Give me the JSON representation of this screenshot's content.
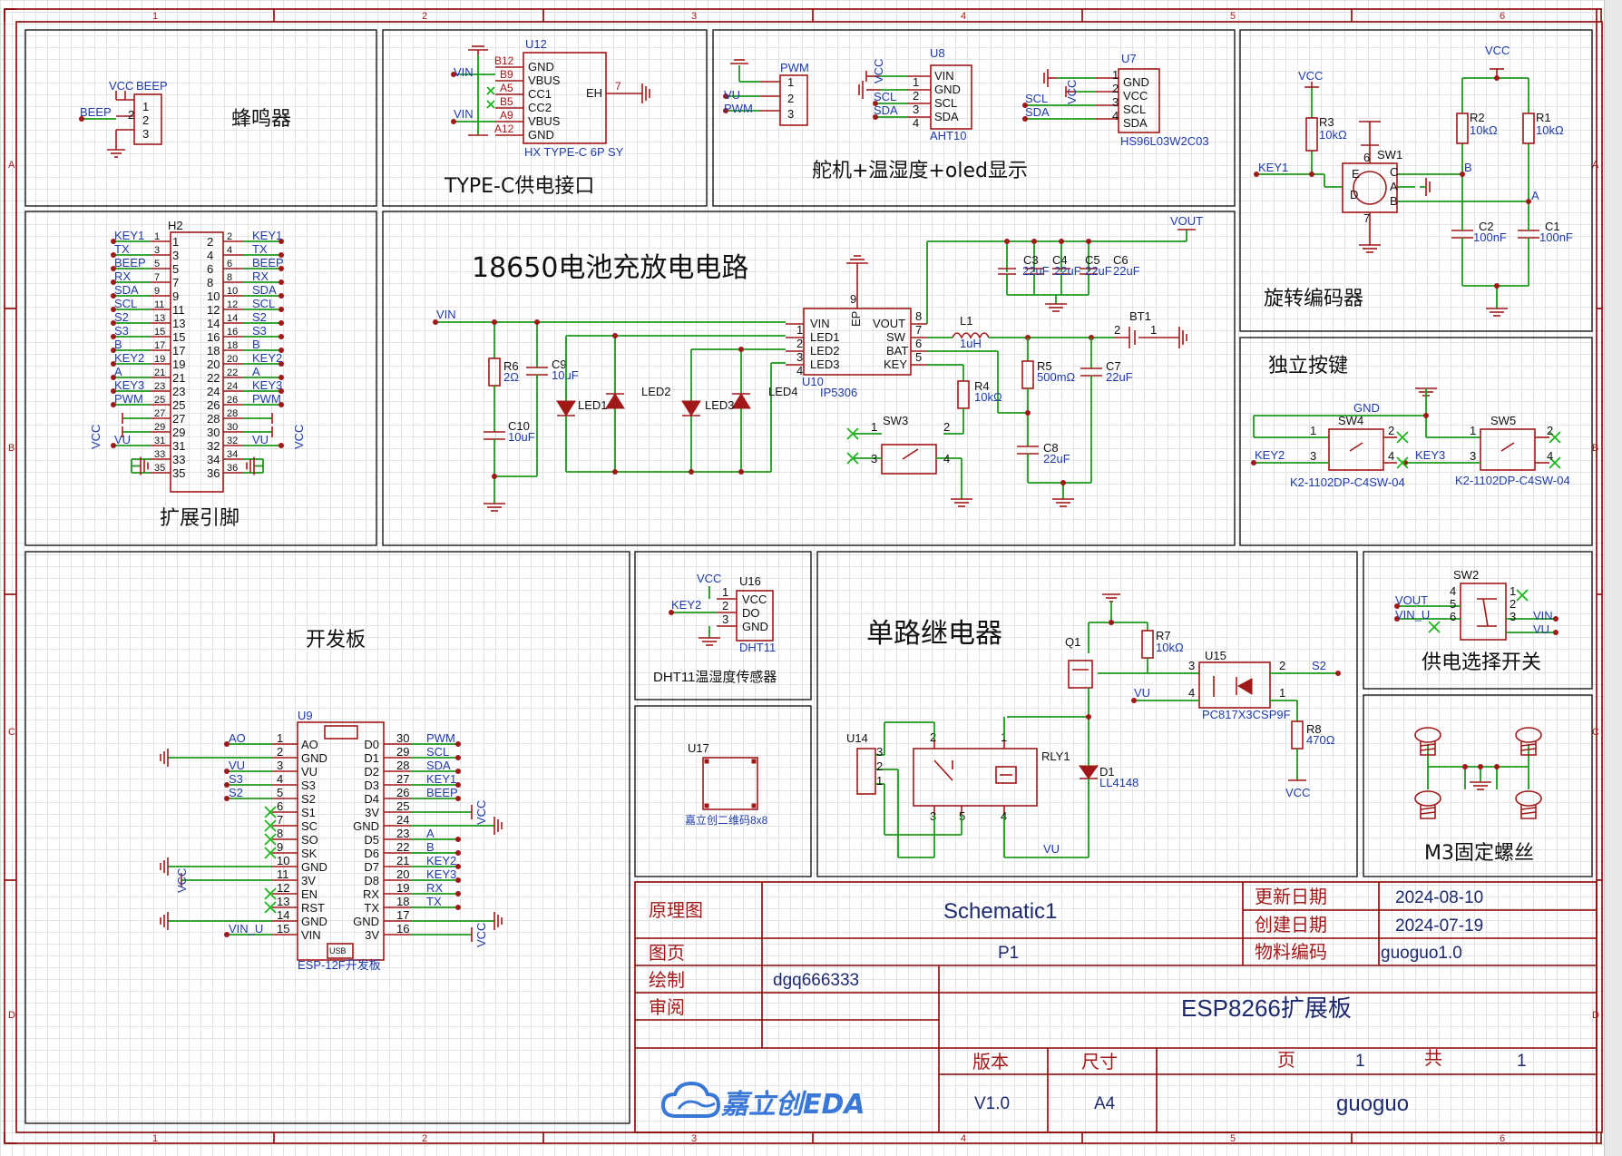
{
  "grid": {
    "cols": [
      "1",
      "2",
      "3",
      "4",
      "5",
      "6"
    ],
    "rows": [
      "A",
      "B",
      "C",
      "D"
    ]
  },
  "sections": {
    "buzzer": "蜂鸣器",
    "typec": "TYPE-C供电接口",
    "servo": "舵机+温湿度+oled显示",
    "encoder": "旋转编码器",
    "battery": "18650电池充放电电路",
    "expand": "扩展引脚",
    "buttons": "独立按键",
    "devboard": "开发板",
    "dht": "DHT11温湿度传感器",
    "relay": "单路继电器",
    "power_switch": "供电选择开关",
    "screws": "M3固定螺丝"
  },
  "buzzer": {
    "net_vcc": "VCC",
    "net_beep": "BEEP",
    "net_beep_left": "BEEP",
    "pins": [
      "1",
      "2",
      "3"
    ]
  },
  "typec": {
    "ref": "U12",
    "part": "HX TYPE-C 6P SY",
    "pin_ids": [
      "B12",
      "B9",
      "A5",
      "B5",
      "A9",
      "A12"
    ],
    "pin_names": [
      "GND",
      "VBUS",
      "CC1",
      "CC2",
      "VBUS",
      "GND"
    ],
    "eh": "EH",
    "eh_pin": "7",
    "net_vin1": "VIN",
    "net_vin2": "VIN"
  },
  "servo": {
    "pwm_ref": "PWM",
    "vu": "VU",
    "pwm": "PWM",
    "pins": [
      "1",
      "2",
      "3"
    ]
  },
  "aht": {
    "ref": "U8",
    "part": "AHT10",
    "pins": [
      "VIN",
      "GND",
      "SCL",
      "SDA"
    ],
    "nums": [
      "1",
      "2",
      "3",
      "4"
    ],
    "vcc": "VCC",
    "scl": "SCL",
    "sda": "SDA"
  },
  "oled": {
    "ref": "U7",
    "part": "HS96L03W2C03",
    "pins": [
      "GND",
      "VCC",
      "SCL",
      "SDA"
    ],
    "nums": [
      "1",
      "2",
      "3",
      "4"
    ],
    "vcc": "VCC",
    "scl": "SCL",
    "sda": "SDA"
  },
  "encoder": {
    "vcc1": "VCC",
    "vcc2": "VCC",
    "r3": "R3",
    "r3v": "10kΩ",
    "r2": "R2",
    "r2v": "10kΩ",
    "r1": "R1",
    "r1v": "10kΩ",
    "key1": "KEY1",
    "sw": "SW1",
    "b": "B",
    "a": "A",
    "c2": "C2",
    "c2v": "100nF",
    "c1": "C1",
    "c1v": "100nF",
    "pin_e": "E",
    "pin_d": "D",
    "pin_6": "6",
    "pin_7": "7",
    "pin_c": "C",
    "pin_a": "A",
    "pin_b": "B"
  },
  "header": {
    "ref": "H2",
    "left_nets": [
      "KEY1",
      "TX",
      "BEEP",
      "RX",
      "SDA",
      "SCL",
      "S2",
      "S3",
      "B",
      "KEY2",
      "A",
      "KEY3",
      "PWM",
      "",
      "",
      "VU",
      "",
      ""
    ],
    "right_nets": [
      "KEY1",
      "TX",
      "BEEP",
      "RX",
      "SDA",
      "SCL",
      "S2",
      "S3",
      "B",
      "KEY2",
      "A",
      "KEY3",
      "PWM",
      "",
      "",
      "VU",
      "",
      ""
    ],
    "odd": [
      "1",
      "3",
      "5",
      "7",
      "9",
      "11",
      "13",
      "15",
      "17",
      "19",
      "21",
      "23",
      "25",
      "27",
      "29",
      "31",
      "33",
      "35"
    ],
    "even": [
      "2",
      "4",
      "6",
      "8",
      "10",
      "12",
      "14",
      "16",
      "18",
      "20",
      "22",
      "24",
      "26",
      "28",
      "30",
      "32",
      "34",
      "36"
    ],
    "vcc": "VCC"
  },
  "charger": {
    "vout": "VOUT",
    "vin": "VIN",
    "ref": "U10",
    "part": "IP5306",
    "pins_left": [
      "VIN",
      "LED1",
      "LED2",
      "LED3"
    ],
    "pins_right": [
      "VOUT",
      "SW",
      "BAT",
      "KEY"
    ],
    "nums_left": [
      "1",
      "2",
      "3",
      "4"
    ],
    "nums_right": [
      "8",
      "7",
      "6",
      "5"
    ],
    "ep": "EP",
    "ep_pin": "9",
    "c3": "C3",
    "c4": "C4",
    "c5": "C5",
    "c6": "C6",
    "c3v": "22uF",
    "c4v": "22uF",
    "c5v": "22uF",
    "c6v": "22uF",
    "l1": "L1",
    "l1v": "1uH",
    "bt1": "BT1",
    "bt_p2": "2",
    "bt_p1": "1",
    "r6": "R6",
    "r6v": "2Ω",
    "c9": "C9",
    "c9v": "10uF",
    "c10": "C10",
    "c10v": "10uF",
    "led1": "LED1",
    "led2": "LED2",
    "led3": "LED3",
    "led4": "LED4",
    "r4": "R4",
    "r4v": "10kΩ",
    "r5": "R5",
    "r5v": "500mΩ",
    "c7": "C7",
    "c7v": "22uF",
    "c8": "C8",
    "c8v": "22uF",
    "sw3": "SW3",
    "sw3_pins": [
      "1",
      "2",
      "3",
      "4"
    ]
  },
  "buttons": {
    "gnd": "GND",
    "sw4": "SW4",
    "sw5": "SW5",
    "key2": "KEY2",
    "key3": "KEY3",
    "part": "K2-1102DP-C4SW-04",
    "pins": [
      "1",
      "2",
      "3",
      "4"
    ]
  },
  "devboard": {
    "ref": "U9",
    "part": "ESP-12F开发板",
    "usb": "USB",
    "left_pins": [
      "AO",
      "GND",
      "VU",
      "S3",
      "S2",
      "S1",
      "SC",
      "SO",
      "SK",
      "GND",
      "3V",
      "EN",
      "RST",
      "GND",
      "VIN"
    ],
    "left_nums": [
      "1",
      "2",
      "3",
      "4",
      "5",
      "6",
      "7",
      "8",
      "9",
      "10",
      "11",
      "12",
      "13",
      "14",
      "15"
    ],
    "left_nets": [
      "AO",
      "",
      "VU",
      "S3",
      "S2",
      "",
      "",
      "",
      "",
      "",
      "",
      "",
      "",
      "",
      "VIN_U"
    ],
    "right_pins": [
      "D0",
      "D1",
      "D2",
      "D3",
      "D4",
      "3V",
      "GND",
      "D5",
      "D6",
      "D7",
      "D8",
      "RX",
      "TX",
      "GND",
      "3V"
    ],
    "right_nums": [
      "30",
      "29",
      "28",
      "27",
      "26",
      "25",
      "24",
      "23",
      "22",
      "21",
      "20",
      "19",
      "18",
      "17",
      "16"
    ],
    "right_nets": [
      "PWM",
      "SCL",
      "SDA",
      "KEY1",
      "BEEP",
      "",
      "",
      "A",
      "B",
      "KEY2",
      "KEY3",
      "RX",
      "TX",
      "",
      ""
    ],
    "vcc": "VCC"
  },
  "dht": {
    "ref": "U16",
    "part": "DHT11",
    "vcc": "VCC",
    "key2": "KEY2",
    "pins": [
      "VCC",
      "DO",
      "GND"
    ],
    "nums": [
      "1",
      "2",
      "3"
    ]
  },
  "qr": {
    "ref": "U17",
    "part": "嘉立创二维码8x8"
  },
  "relay": {
    "q1": "Q1",
    "r7": "R7",
    "r7v": "10kΩ",
    "u15": "U15",
    "u15part": "PC817X3CSP9F",
    "s2": "S2",
    "vu": "VU",
    "r8": "R8",
    "r8v": "470Ω",
    "vcc": "VCC",
    "rly": "RLY1",
    "d1": "D1",
    "d1v": "LL4148",
    "u14": "U14",
    "vu2": "VU",
    "opto_pins": [
      "3",
      "2",
      "4",
      "1"
    ],
    "relay_pins": [
      "2",
      "1",
      "3",
      "5",
      "4"
    ],
    "u14_pins": [
      "3",
      "2",
      "1"
    ]
  },
  "pswitch": {
    "ref": "SW2",
    "vout": "VOUT",
    "vinu": "VIN_U",
    "vin": "VIN",
    "vu": "VU",
    "pins_l": [
      "4",
      "5",
      "6"
    ],
    "pins_r": [
      "1",
      "2",
      "3"
    ]
  },
  "titleblock": {
    "l_yuanli": "原理图",
    "l_tuye": "图页",
    "l_huizhi": "绘制",
    "l_shenyue": "审阅",
    "schematic": "Schematic1",
    "page": "P1",
    "drawer": "dgq666333",
    "l_update": "更新日期",
    "v_update": "2024-08-10",
    "l_create": "创建日期",
    "v_create": "2024-07-19",
    "l_code": "物料编码",
    "v_code": "guoguo1.0",
    "board": "ESP8266扩展板",
    "l_ver": "版本",
    "l_size": "尺寸",
    "l_ye": "页",
    "v_ye": "1",
    "l_gong": "共",
    "v_gong": "1",
    "ver": "V1.0",
    "size": "A4",
    "author": "guoguo",
    "logo": "嘉立创EDA"
  }
}
